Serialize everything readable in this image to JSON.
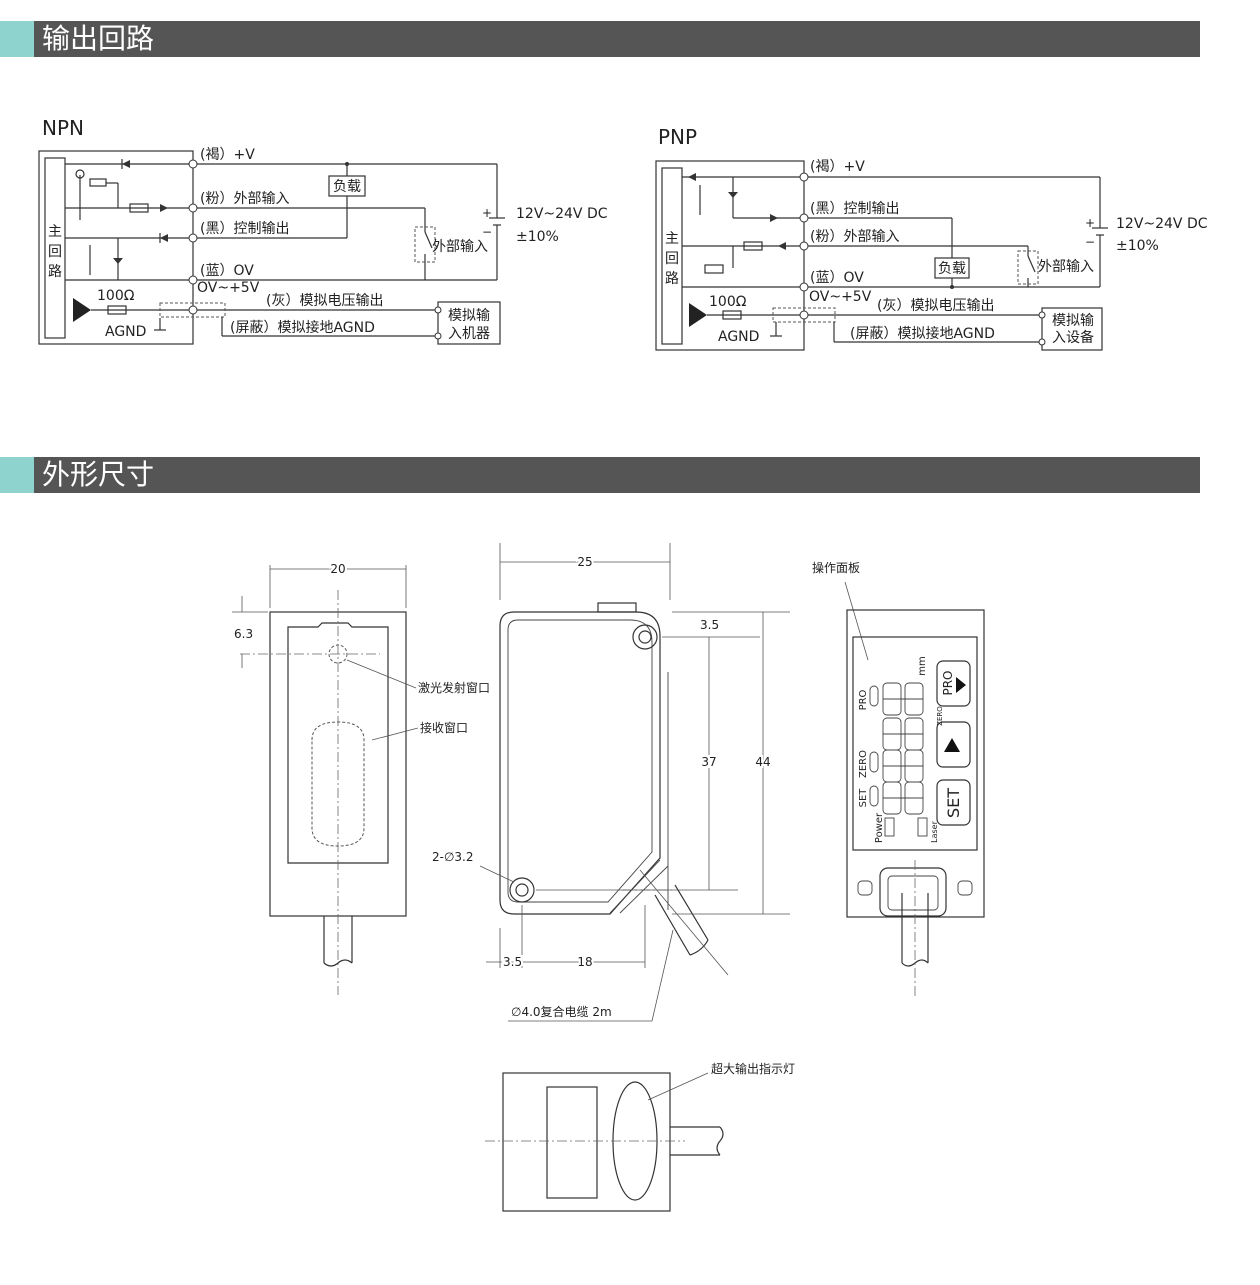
{
  "sections": {
    "circuit_title": "输出回路",
    "dimension_title": "外形尺寸"
  },
  "colors": {
    "banner": "#555555",
    "accent": "#8fd3cf"
  },
  "npn": {
    "title": "NPN",
    "main_circuit": [
      "主",
      "回",
      "路"
    ],
    "wire_vplus": "(褐）+V",
    "wire_ext_input": "(粉）外部输入",
    "wire_ctrl_out": "(黑）控制输出",
    "wire_ov": "(蓝）OV",
    "analog_range": "OV~+5V",
    "wire_analog": "(灰）模拟电压输出",
    "wire_shield": "(屏蔽）模拟接地AGND",
    "resistor": "100Ω",
    "agnd": "AGND",
    "load": "负载",
    "ext_input_switch": "外部输入",
    "supply": "12V~24V DC",
    "tolerance": "±10%",
    "plus": "+",
    "minus": "−",
    "analog_device": [
      "模拟输",
      "入机器"
    ]
  },
  "pnp": {
    "title": "PNP",
    "main_circuit": [
      "主",
      "回",
      "路"
    ],
    "wire_vplus": "(褐）+V",
    "wire_ctrl_out": "(黑）控制输出",
    "wire_ext_input": "(粉）外部输入",
    "wire_ov": "(蓝）OV",
    "analog_range": "OV~+5V",
    "wire_analog": "(灰）模拟电压输出",
    "wire_shield": "(屏蔽）模拟接地AGND",
    "resistor": "100Ω",
    "agnd": "AGND",
    "load": "负载",
    "ext_input_switch": "外部输入",
    "supply": "12V~24V DC",
    "tolerance": "±10%",
    "plus": "+",
    "minus": "−",
    "analog_device": [
      "模拟输",
      "入设备"
    ]
  },
  "front": {
    "width": "20",
    "offset": "6.3",
    "laser_window": "激光发射窗口",
    "receive_window": "接收窗口"
  },
  "side": {
    "width": "25",
    "hole_offset_top": "3.5",
    "hole_spacing": "37",
    "height": "44",
    "holes": "2-∅3.2",
    "hole_offset_left": "3.5",
    "hole_spacing_h": "18",
    "cable": "∅4.0复合电缆 2m"
  },
  "panel": {
    "label": "操作面板",
    "pro_led": "PRO",
    "zero_led": "ZERO",
    "set_led": "SET",
    "power_led": "Power",
    "laser_led": "Laser",
    "unit": "mm",
    "btn_pro": "PRO",
    "btn_zero": "ZERO",
    "btn_set": "SET"
  },
  "bottom": {
    "indicator": "超大输出指示灯"
  }
}
